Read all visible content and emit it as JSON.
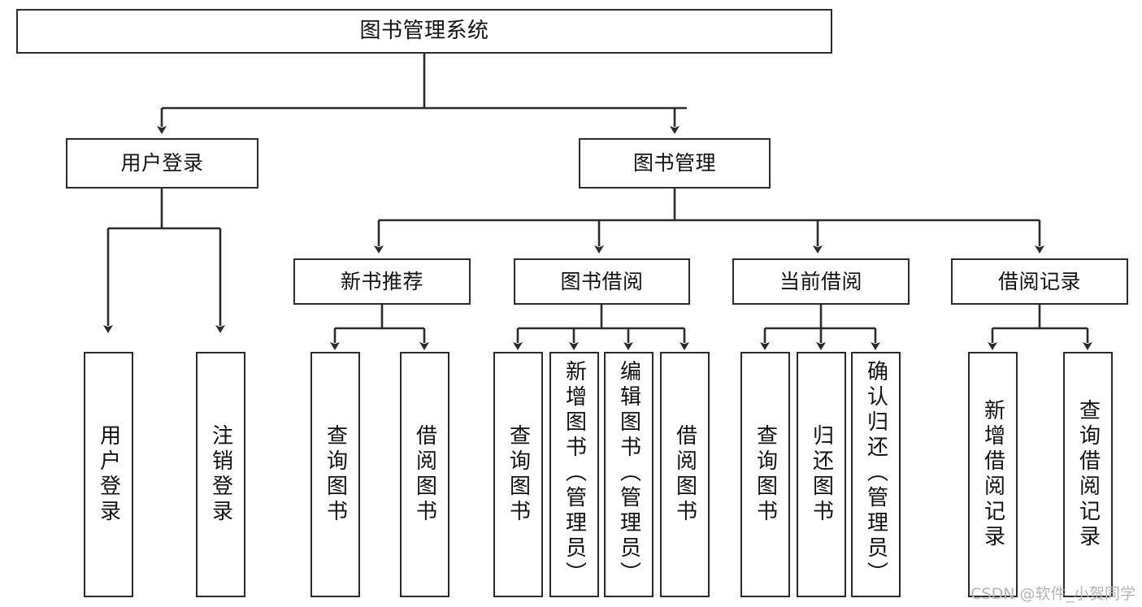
{
  "diagram": {
    "title": "图书管理系统",
    "type": "tree-hierarchy",
    "watermark": "CSDN @软件_小贺同学",
    "colors": {
      "background": "#ffffff",
      "box_border": "#2b2b2b",
      "box_fill": "#ffffff",
      "edge": "#2b2b2b",
      "text": "#111111",
      "watermark": "#b4b4b4"
    },
    "nodes": {
      "root": {
        "label": "图书管理系统"
      },
      "level2": [
        {
          "label": "用户登录"
        },
        {
          "label": "图书管理"
        }
      ],
      "level3": [
        {
          "label": "新书推荐"
        },
        {
          "label": "图书借阅"
        },
        {
          "label": "当前借阅"
        },
        {
          "label": "借阅记录"
        }
      ],
      "leaves": {
        "user_login": [
          {
            "label": "用户登录"
          },
          {
            "label": "注销登录"
          }
        ],
        "new_book_recommend": [
          {
            "label": "查询图书"
          },
          {
            "label": "借阅图书"
          }
        ],
        "book_borrow": [
          {
            "label": "查询图书"
          },
          {
            "label": "新增图书（管理员）"
          },
          {
            "label": "编辑图书（管理员）"
          },
          {
            "label": "借阅图书"
          }
        ],
        "current_borrow": [
          {
            "label": "查询图书"
          },
          {
            "label": "归还图书"
          },
          {
            "label": "确认归还（管理员）"
          }
        ],
        "borrow_record": [
          {
            "label": "新增借阅记录"
          },
          {
            "label": "查询借阅记录"
          }
        ]
      }
    }
  }
}
